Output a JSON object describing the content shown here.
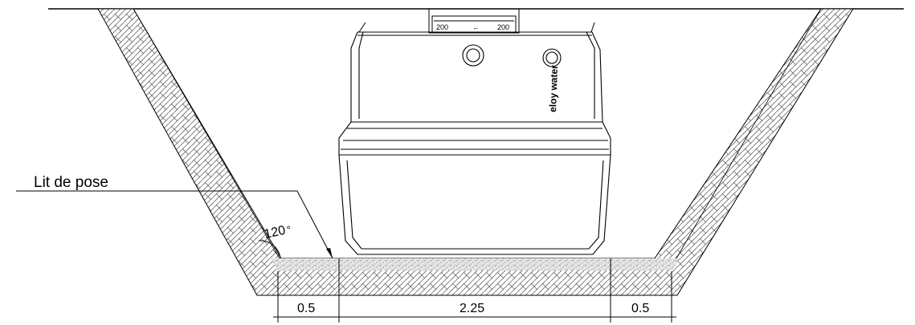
{
  "callout": {
    "label": "Lit de pose"
  },
  "angle": {
    "value": "120",
    "unit": "°"
  },
  "dimensions": [
    {
      "id": "left-gap",
      "value": "0.5"
    },
    {
      "id": "tank-width",
      "value": "2.25"
    },
    {
      "id": "right-gap",
      "value": "0.5"
    }
  ],
  "tank": {
    "brand": "eloy water",
    "riser_left_dim": "200",
    "riser_right_dim": "200"
  },
  "colors": {
    "line": "#000000",
    "hatch": "#555555",
    "gravel": "#9a9a9a"
  }
}
